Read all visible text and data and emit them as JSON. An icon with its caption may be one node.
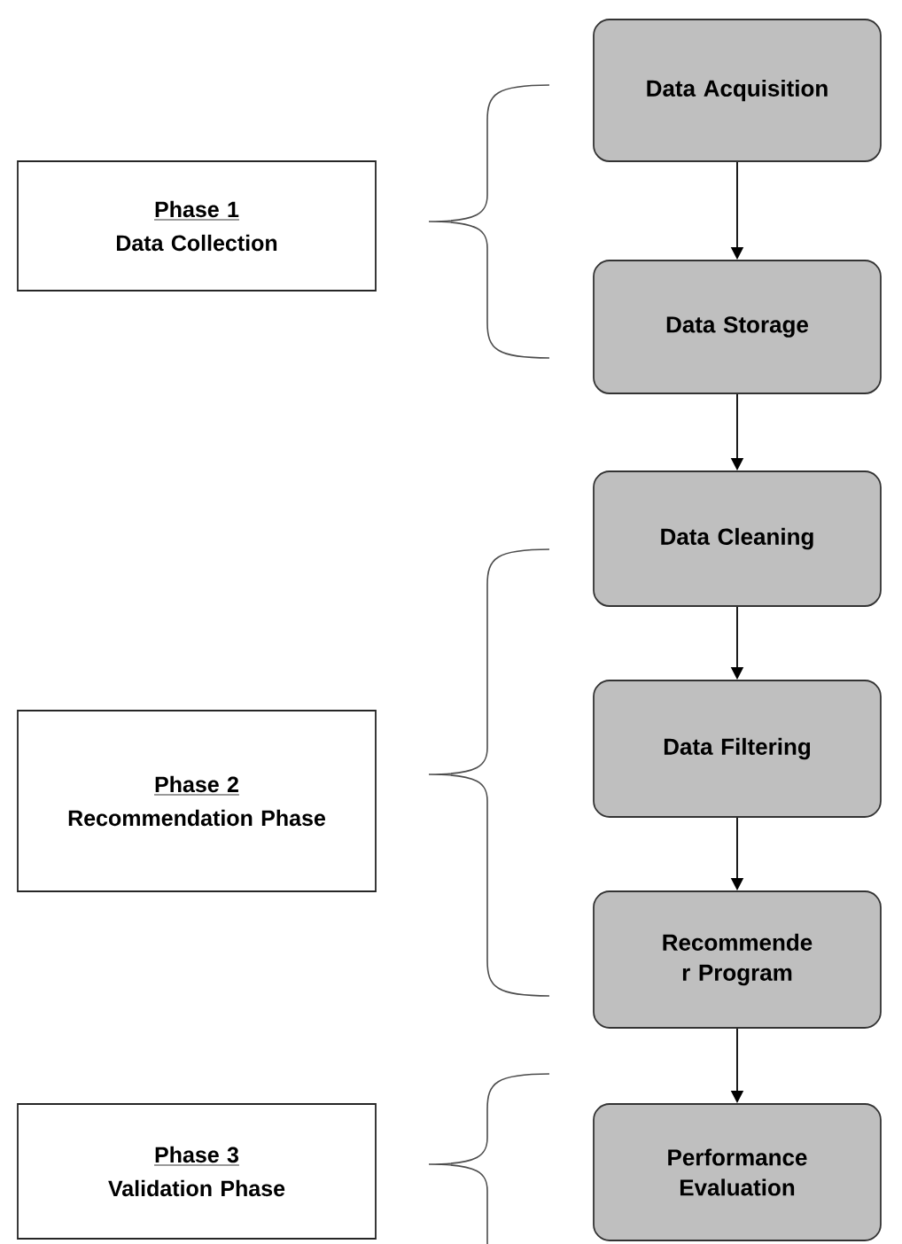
{
  "diagram": {
    "nodes": [
      {
        "text": [
          "Data Acquisition"
        ]
      },
      {
        "text": [
          "Data Storage"
        ]
      },
      {
        "text": [
          "Data Cleaning"
        ]
      },
      {
        "text": [
          "Data Filtering"
        ]
      },
      {
        "text": [
          "Recommende r Program"
        ]
      },
      {
        "text": [
          "Performance Evaluation"
        ]
      },
      {
        "text": [
          "Phase 1",
          "Data Collection"
        ]
      },
      {
        "text": [
          "Phase 2",
          "Recommendation Phase"
        ]
      },
      {
        "text": [
          "Phase 3",
          "Validation Phase"
        ]
      }
    ],
    "edges": [
      {
        "from": 0,
        "to": 1,
        "arrow": "to"
      },
      {
        "from": 1,
        "to": 2,
        "arrow": "to"
      },
      {
        "from": 2,
        "to": 3,
        "arrow": "to"
      },
      {
        "from": 3,
        "to": 4,
        "arrow": "to"
      },
      {
        "from": 4,
        "to": 5,
        "arrow": "to"
      }
    ]
  }
}
